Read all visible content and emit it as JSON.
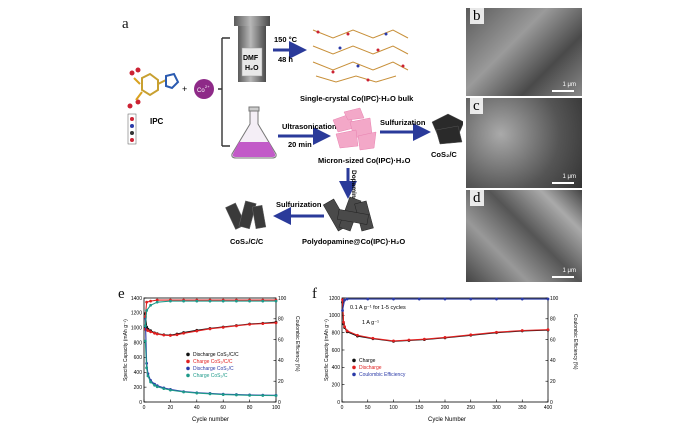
{
  "panels": {
    "a": "a",
    "b": "b",
    "c": "c",
    "d": "d",
    "e": "e",
    "f": "f"
  },
  "scheme": {
    "ipc_label": "IPC",
    "co_ion": "Co",
    "co_charge": "2+",
    "plus": "+",
    "vessel_text_1": "DMF",
    "vessel_text_2": "H₂O",
    "temp_label": "150 °C",
    "time_label": "48 h",
    "crystal_label": "Single-crystal Co(IPC)·H₂O bulk",
    "ultra_label": "Ultrasonication",
    "ultra_time": "20 min",
    "micron_label": "Micron-sized Co(IPC)·H₂O",
    "sulf_label_1": "Sulfurization",
    "cos2c_label": "CoS₂/C",
    "dopamine_label": "Dopamine",
    "pda_label": "Polydopamine@Co(IPC)·H₂O",
    "sulf_label_2": "Sulfurization",
    "cos2cc_label": "CoS₂/C/C"
  },
  "sem": {
    "b_scale": "1 μm",
    "c_scale": "1 μm",
    "d_scale": "1 μm"
  },
  "chart_data": [
    {
      "type": "scatter",
      "panel": "e",
      "xlabel": "Cycle number",
      "ylabel": "Specific Capacity (mAh g⁻¹)",
      "y2label": "Coulombic Efficiency (%)",
      "xlim": [
        0,
        100
      ],
      "ylim": [
        0,
        1400
      ],
      "y2lim": [
        0,
        100
      ],
      "xticks": [
        0,
        20,
        40,
        60,
        80,
        100
      ],
      "yticks": [
        0,
        200,
        400,
        600,
        800,
        1000,
        1200,
        1400
      ],
      "y2ticks": [
        0,
        20,
        40,
        60,
        80,
        100
      ],
      "series": [
        {
          "name": "Discharge CoS₂/C/C",
          "color": "#111111",
          "x": [
            1,
            2,
            3,
            5,
            8,
            10,
            15,
            20,
            25,
            30,
            40,
            50,
            60,
            70,
            80,
            90,
            100
          ],
          "y": [
            1190,
            1010,
            980,
            960,
            930,
            920,
            905,
            900,
            915,
            935,
            965,
            990,
            1010,
            1030,
            1050,
            1060,
            1075
          ]
        },
        {
          "name": "Charge CoS₂/C/C",
          "color": "#e02020",
          "x": [
            1,
            2,
            3,
            5,
            8,
            10,
            15,
            20,
            25,
            30,
            40,
            50,
            60,
            70,
            80,
            90,
            100
          ],
          "y": [
            980,
            970,
            960,
            945,
            925,
            915,
            900,
            895,
            905,
            925,
            955,
            985,
            1005,
            1025,
            1045,
            1055,
            1065
          ]
        },
        {
          "name": "Discharge CoS₂/C",
          "color": "#2a3aa8",
          "x": [
            1,
            2,
            3,
            5,
            8,
            10,
            15,
            20,
            30,
            40,
            50,
            60,
            70,
            80,
            90,
            100
          ],
          "y": [
            1130,
            520,
            380,
            290,
            240,
            220,
            190,
            170,
            140,
            125,
            115,
            105,
            100,
            95,
            92,
            90
          ]
        },
        {
          "name": "Charge CoS₂/C",
          "color": "#1e9a8a",
          "x": [
            1,
            2,
            3,
            5,
            8,
            10,
            15,
            20,
            30,
            40,
            50,
            60,
            70,
            80,
            90,
            100
          ],
          "y": [
            820,
            460,
            350,
            270,
            225,
            205,
            180,
            160,
            135,
            120,
            110,
            100,
            95,
            90,
            88,
            86
          ]
        },
        {
          "name": "",
          "color": "#e02020",
          "axis": "y2",
          "x": [
            1,
            2,
            5,
            10,
            20,
            30,
            40,
            50,
            60,
            70,
            80,
            90,
            100
          ],
          "y": [
            82,
            96,
            97,
            98,
            98,
            98,
            98,
            98,
            98,
            98,
            98,
            98,
            98
          ]
        },
        {
          "name": "",
          "color": "#1e9a8a",
          "axis": "y2",
          "x": [
            1,
            2,
            5,
            10,
            20,
            30,
            40,
            50,
            60,
            70,
            80,
            90,
            100
          ],
          "y": [
            73,
            88,
            93,
            96,
            97,
            97,
            97,
            97,
            97,
            97,
            97,
            97,
            97
          ]
        }
      ]
    },
    {
      "type": "scatter",
      "panel": "f",
      "xlabel": "Cycle Number",
      "ylabel": "Specific Capacity (mAh g⁻¹)",
      "y2label": "Coulombic Efficiency (%)",
      "xlim": [
        0,
        400
      ],
      "ylim": [
        0,
        1200
      ],
      "y2lim": [
        0,
        100
      ],
      "xticks": [
        0,
        50,
        100,
        150,
        200,
        250,
        300,
        350,
        400
      ],
      "yticks": [
        0,
        200,
        400,
        600,
        800,
        1000,
        1200
      ],
      "y2ticks": [
        0,
        20,
        40,
        60,
        80,
        100
      ],
      "annotations": [
        "0.1 A g⁻¹ for 1-5 cycles",
        "1 A g⁻¹"
      ],
      "series": [
        {
          "name": "Charge",
          "color": "#111111",
          "x": [
            1,
            3,
            5,
            10,
            30,
            60,
            100,
            130,
            160,
            200,
            250,
            300,
            350,
            400
          ],
          "y": [
            1150,
            900,
            860,
            810,
            760,
            730,
            700,
            710,
            720,
            740,
            770,
            800,
            820,
            830
          ]
        },
        {
          "name": "Discharge",
          "color": "#e02020",
          "x": [
            1,
            3,
            5,
            10,
            30,
            60,
            100,
            130,
            160,
            200,
            250,
            300,
            350,
            400
          ],
          "y": [
            1180,
            920,
            870,
            820,
            770,
            735,
            705,
            715,
            725,
            745,
            775,
            805,
            825,
            835
          ]
        },
        {
          "name": "Coulombic Efficiency",
          "color": "#2a3aa8",
          "axis": "y2",
          "x": [
            1,
            5,
            10,
            50,
            100,
            150,
            200,
            250,
            300,
            350,
            400
          ],
          "y": [
            88,
            98,
            99,
            99,
            99,
            99,
            99,
            99,
            99,
            99,
            99
          ]
        }
      ]
    }
  ]
}
